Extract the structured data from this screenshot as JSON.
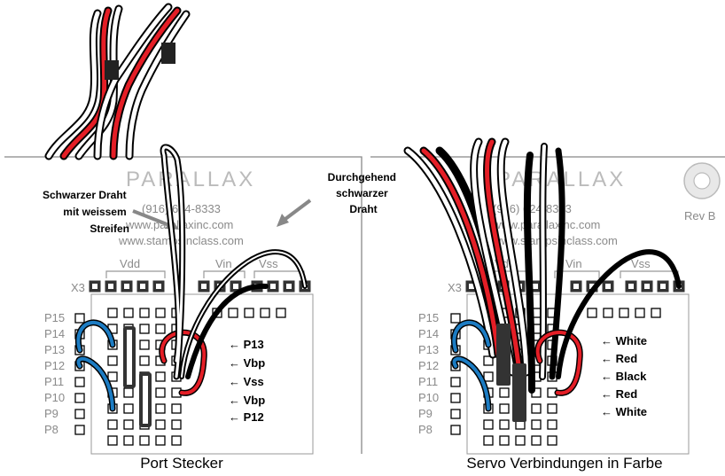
{
  "left_panel": {
    "logo": "PARALLAX",
    "phone": "(916) 624-8333",
    "web1": "www.parallaxinc.com",
    "web2": "www.stampsinclass.com",
    "header_x3": "X3",
    "vdd": "Vdd",
    "vin": "Vin",
    "vss": "Vss",
    "pins": [
      "P15",
      "P14",
      "P13",
      "P12",
      "P11",
      "P10",
      "P9",
      "P8"
    ],
    "annotation_left": [
      "Schwarzer Draht",
      "mit weissem",
      "Streifen"
    ],
    "annotation_right": [
      "Durchgehend",
      "schwarzer",
      "Draht"
    ],
    "pin_labels": [
      "P13",
      "Vbp",
      "Vss",
      "Vbp",
      "P12"
    ],
    "caption": "Port Stecker"
  },
  "right_panel": {
    "logo": "PARALLAX",
    "phone": "(916) 624-8333",
    "web1": "www.parallaxinc.com",
    "web2": "www.stampsinclass.com",
    "rev": "Rev B",
    "header_x3": "X3",
    "vdd": "Vdd",
    "vin": "Vin",
    "vss": "Vss",
    "pins": [
      "P15",
      "P14",
      "P13",
      "P12",
      "P11",
      "P10",
      "P9",
      "P8"
    ],
    "wire_colors": [
      "White",
      "Red",
      "Black",
      "Red",
      "White"
    ],
    "caption": "Servo Verbindungen in Farbe"
  },
  "arrow_glyph": "←",
  "colors": {
    "red": "#e41e26",
    "blue": "#1c7cc3",
    "black": "#000000",
    "white": "#ffffff",
    "gray": "#999999"
  }
}
